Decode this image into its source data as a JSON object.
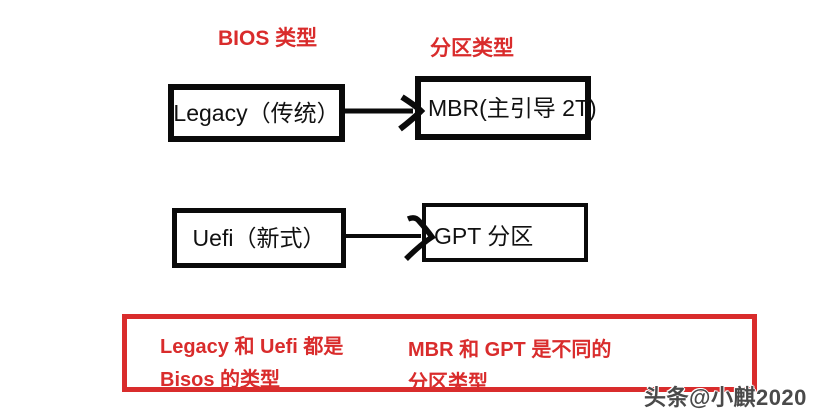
{
  "colors": {
    "red": "#d92c2c",
    "black": "#0a0a0a",
    "watermark_gray": "#4a4a4a"
  },
  "headers": {
    "bios_type": "BIOS 类型",
    "partition_type": "分区类型"
  },
  "flow": {
    "rows": [
      {
        "source": "Legacy（传统）",
        "target": "MBR(主引导 2T)"
      },
      {
        "source": "Uefi（新式）",
        "target": "GPT 分区"
      }
    ]
  },
  "summary": {
    "left_line1": "Legacy 和 Uefi 都是",
    "left_line2": "Bisos 的类型",
    "right_line1": "MBR 和 GPT 是不同的",
    "right_line2": "分区类型"
  },
  "watermark": "头条@小麒2020"
}
